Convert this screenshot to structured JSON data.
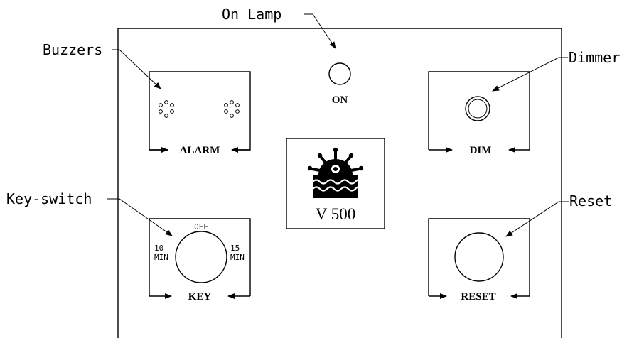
{
  "callouts": {
    "on_lamp": "On Lamp",
    "buzzers": "Buzzers",
    "dimmer": "Dimmer",
    "key_switch": "Key-switch",
    "reset": "Reset"
  },
  "panel": {
    "on_label": "ON",
    "alarm_label": "ALARM",
    "dim_label": "DIM",
    "key_label": "KEY",
    "reset_label": "RESET",
    "model": "V 500",
    "key_positions": {
      "off": "OFF",
      "left_num": "10",
      "left_unit": "MIN",
      "right_num": "15",
      "right_unit": "MIN"
    }
  },
  "icons": [
    "ship-wheel-logo-icon",
    "arrow-right-icon",
    "arrow-left-icon",
    "buzzer-holes-icon"
  ]
}
